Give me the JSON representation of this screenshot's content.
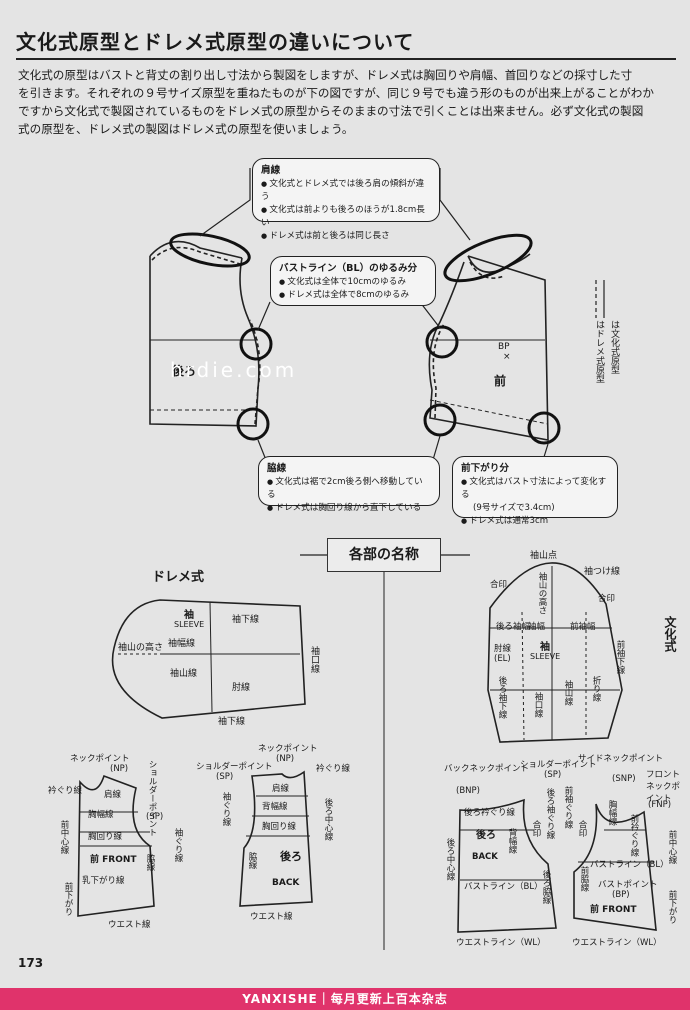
{
  "title": "文化式原型とドレメ式原型の違いについて",
  "intro": [
    "文化式の原型はバストと背丈の割り出し寸法から製図をしますが、ドレメ式は胸回りや肩幅、首回りなどの採寸した寸",
    "を引きます。それぞれの９号サイズ原型を重ねたものが下の図ですが、同じ９号でも違う形のものが出来上がることがわか",
    "ですから文化式で製図されているものをドレメ式の原型からそのままの寸法で引くことは出来ません。必ず文化式の製図",
    "式の原型を、ドレメ式の製図はドレメ式の原型を使いましょう。"
  ],
  "callouts": {
    "shoulder": {
      "heading": "肩線",
      "items": [
        "文化式とドレメ式では後ろ肩の傾斜が違う",
        "文化式は前よりも後ろのほうが1.8cm長い",
        "ドレメ式は前と後ろは同じ長さ"
      ]
    },
    "bust": {
      "heading": "バストライン（BL）のゆるみ分",
      "items": [
        "文化式は全体で10cmのゆるみ",
        "ドレメ式は全体で8cmのゆるみ"
      ]
    },
    "side": {
      "heading": "脇線",
      "items": [
        "文化式は裾で2cm後ろ側へ移動している",
        "ドレメ式は胸回り線から直下している"
      ]
    },
    "front_drop": {
      "heading": "前下がり分",
      "items": [
        "文化式はバスト寸法によって変化する",
        "(9号サイズで3.4cm)",
        "ドレメ式は通常3cm"
      ]
    }
  },
  "overlay": {
    "back": "後ろ",
    "front": "前",
    "bp": "BP",
    "watermark": "hrdie.com",
    "legend_solid": "は文化式原型",
    "legend_dashed": "はドレメ式原型"
  },
  "section_title": "各部の名称",
  "dreme": {
    "title": "ドレメ式",
    "sleeve": {
      "name": "袖",
      "en": "SLEEVE",
      "cap_height": "袖山の高さ",
      "width_line": "袖幅線",
      "cap_line": "袖山線",
      "underarm": "袖下線",
      "underarm2": "袖下線",
      "elbow": "肘線",
      "hem": "袖口線"
    },
    "front": {
      "neck_point": "ネックポイント",
      "np": "(NP)",
      "shoulder_point": "ショルダーポイント",
      "sp": "(SP)",
      "neckline": "衿ぐり線",
      "shoulder": "肩線",
      "chest_width": "胸幅線",
      "bust_line": "胸回り線",
      "front": "前 FRONT",
      "center": "前中心線",
      "armhole": "袖ぐり線",
      "side": "脇線",
      "drop": "乳下がり線",
      "front_drop": "前下がり",
      "waist": "ウエスト線"
    },
    "back": {
      "neck_point": "ネックポイント",
      "np": "(NP)",
      "shoulder_point": "ショルダーポイント",
      "sp": "(SP)",
      "neckline": "衿ぐり線",
      "shoulder": "肩線",
      "back_width": "背幅線",
      "bust_line": "胸回り線",
      "back": "後ろ",
      "back_en": "BACK",
      "center": "後ろ中心線",
      "armhole": "袖ぐり線",
      "side": "脇線",
      "waist": "ウエスト線"
    }
  },
  "bunka": {
    "title": "文化式",
    "sleeve": {
      "cap_point": "袖山点",
      "attach": "袖つけ線",
      "notch_l": "合印",
      "notch_r": "合印",
      "cap_height": "袖山の高さ",
      "back_width": "後ろ袖幅",
      "width": "袖幅",
      "front_width": "前袖幅",
      "name": "袖",
      "en": "SLEEVE",
      "el": "肘線 (EL)",
      "back_under": "後ろ袖下線",
      "cap_line": "袖山線",
      "hem": "袖口線",
      "fold": "折り線",
      "front_under": "前袖下線"
    },
    "back": {
      "bnp": "バックネックポイント",
      "bnp_abbr": "(BNP)",
      "sp": "ショルダーポイント",
      "sp_abbr": "(SP)",
      "snp": "サイドネックポイント",
      "snp_abbr": "(SNP)",
      "neckline": "後ろ衿ぐり線",
      "armhole": "後ろ袖ぐり線",
      "notch": "合印",
      "back": "後ろ",
      "back_en": "BACK",
      "back_width": "背幅線",
      "center": "後ろ中心線",
      "bust": "バストライン（BL）",
      "side": "後ろ脇線",
      "waist": "ウエストライン（WL）"
    },
    "front": {
      "fnp": "フロントネックポイント",
      "fnp_abbr": "(FNP)",
      "chest_width": "胸幅線",
      "front_armhole": "前袖ぐり線",
      "front_neck": "前衿ぐり線",
      "notch": "合印",
      "bust": "バストライン（BL）",
      "bp": "バストポイント",
      "bp_abbr": "(BP)",
      "front": "前 FRONT",
      "side": "前脇線",
      "center": "前中心線",
      "front_drop": "前下がり",
      "waist": "ウエストライン（WL）"
    }
  },
  "page_number": "173",
  "footer": "YANXISHE｜每月更新上百本杂志"
}
